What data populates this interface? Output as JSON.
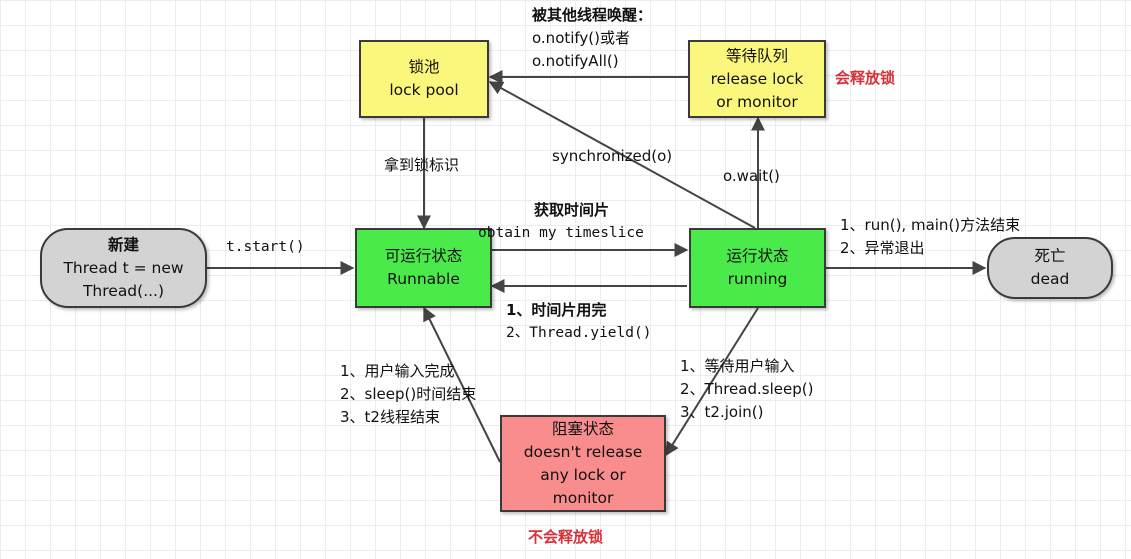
{
  "nodes": {
    "lock_pool": {
      "line1": "锁池",
      "line2": "lock pool"
    },
    "wait_queue": {
      "line1": "等待队列",
      "line2": "release lock",
      "line3": "or monitor"
    },
    "new_thread": {
      "line1": "新建",
      "line2": "Thread t = new",
      "line3": "Thread(...)"
    },
    "runnable": {
      "line1": "可运行状态",
      "line2": "Runnable"
    },
    "running": {
      "line1": "运行状态",
      "line2": "running"
    },
    "dead": {
      "line1": "死亡",
      "line2": "dead"
    },
    "blocked": {
      "line1": "阻塞状态",
      "line2": "doesn't release",
      "line3": "any lock or",
      "line4": "monitor"
    }
  },
  "labels": {
    "notified": {
      "line1": "被其他线程唤醒：",
      "line2": "o.notify()或者",
      "line3": "o.notifyAll()"
    },
    "release_lock": "会释放锁",
    "no_release_lock": "不会释放锁",
    "get_lock_flag": "拿到锁标识",
    "synchronized": "synchronized(o)",
    "wait": "o.wait()",
    "start": "t.start()",
    "timeslice": {
      "line1": "获取时间片",
      "line2": "obtain my timeslice"
    },
    "slice_used": {
      "line1": "1、时间片用完",
      "line2": "2、Thread.yield()"
    },
    "end": {
      "line1": "1、run(), main()方法结束",
      "line2": "2、异常退出"
    },
    "wait_input": {
      "line1": "1、等待用户输入",
      "line2": "2、Thread.sleep()",
      "line3": "3、t2.join()"
    },
    "unblock": {
      "line1": "1、用户输入完成",
      "line2": "2、sleep()时间结束",
      "line3": "3、t2线程结束"
    }
  },
  "colors": {
    "yellow": "#fbf77c",
    "green": "#4bea4b",
    "red": "#f98d8d",
    "gray": "#d3d3d3",
    "arrow": "#444444",
    "warning_text": "#d9303a"
  }
}
